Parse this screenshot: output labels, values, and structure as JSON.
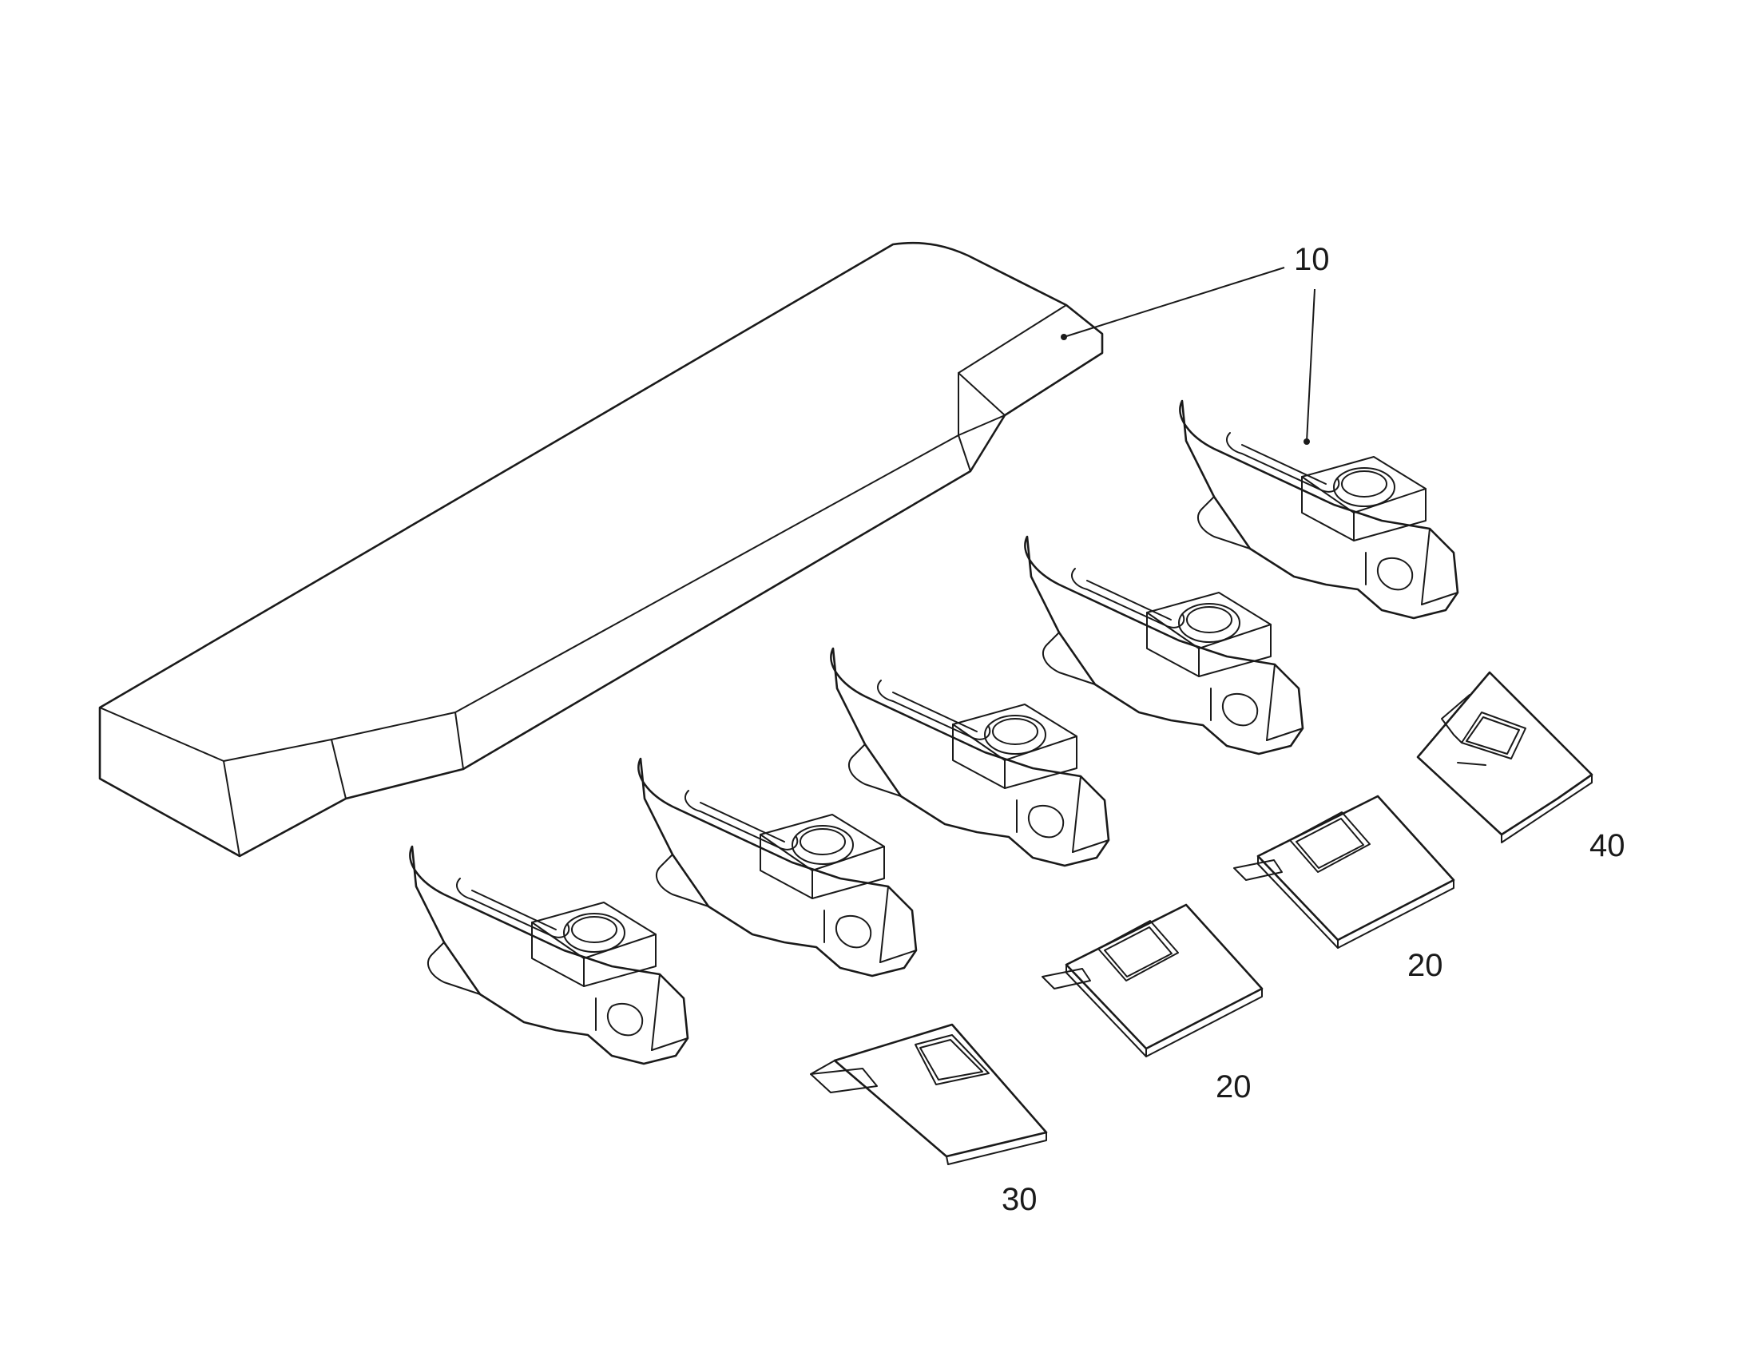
{
  "labels": {
    "lip": "10",
    "adapter": "10",
    "retainer_a": "20",
    "retainer_b": "20",
    "retainer_c": "30",
    "retainer_d": "40"
  },
  "colors": {
    "line": "#1a1a1a",
    "background": "#ffffff"
  }
}
